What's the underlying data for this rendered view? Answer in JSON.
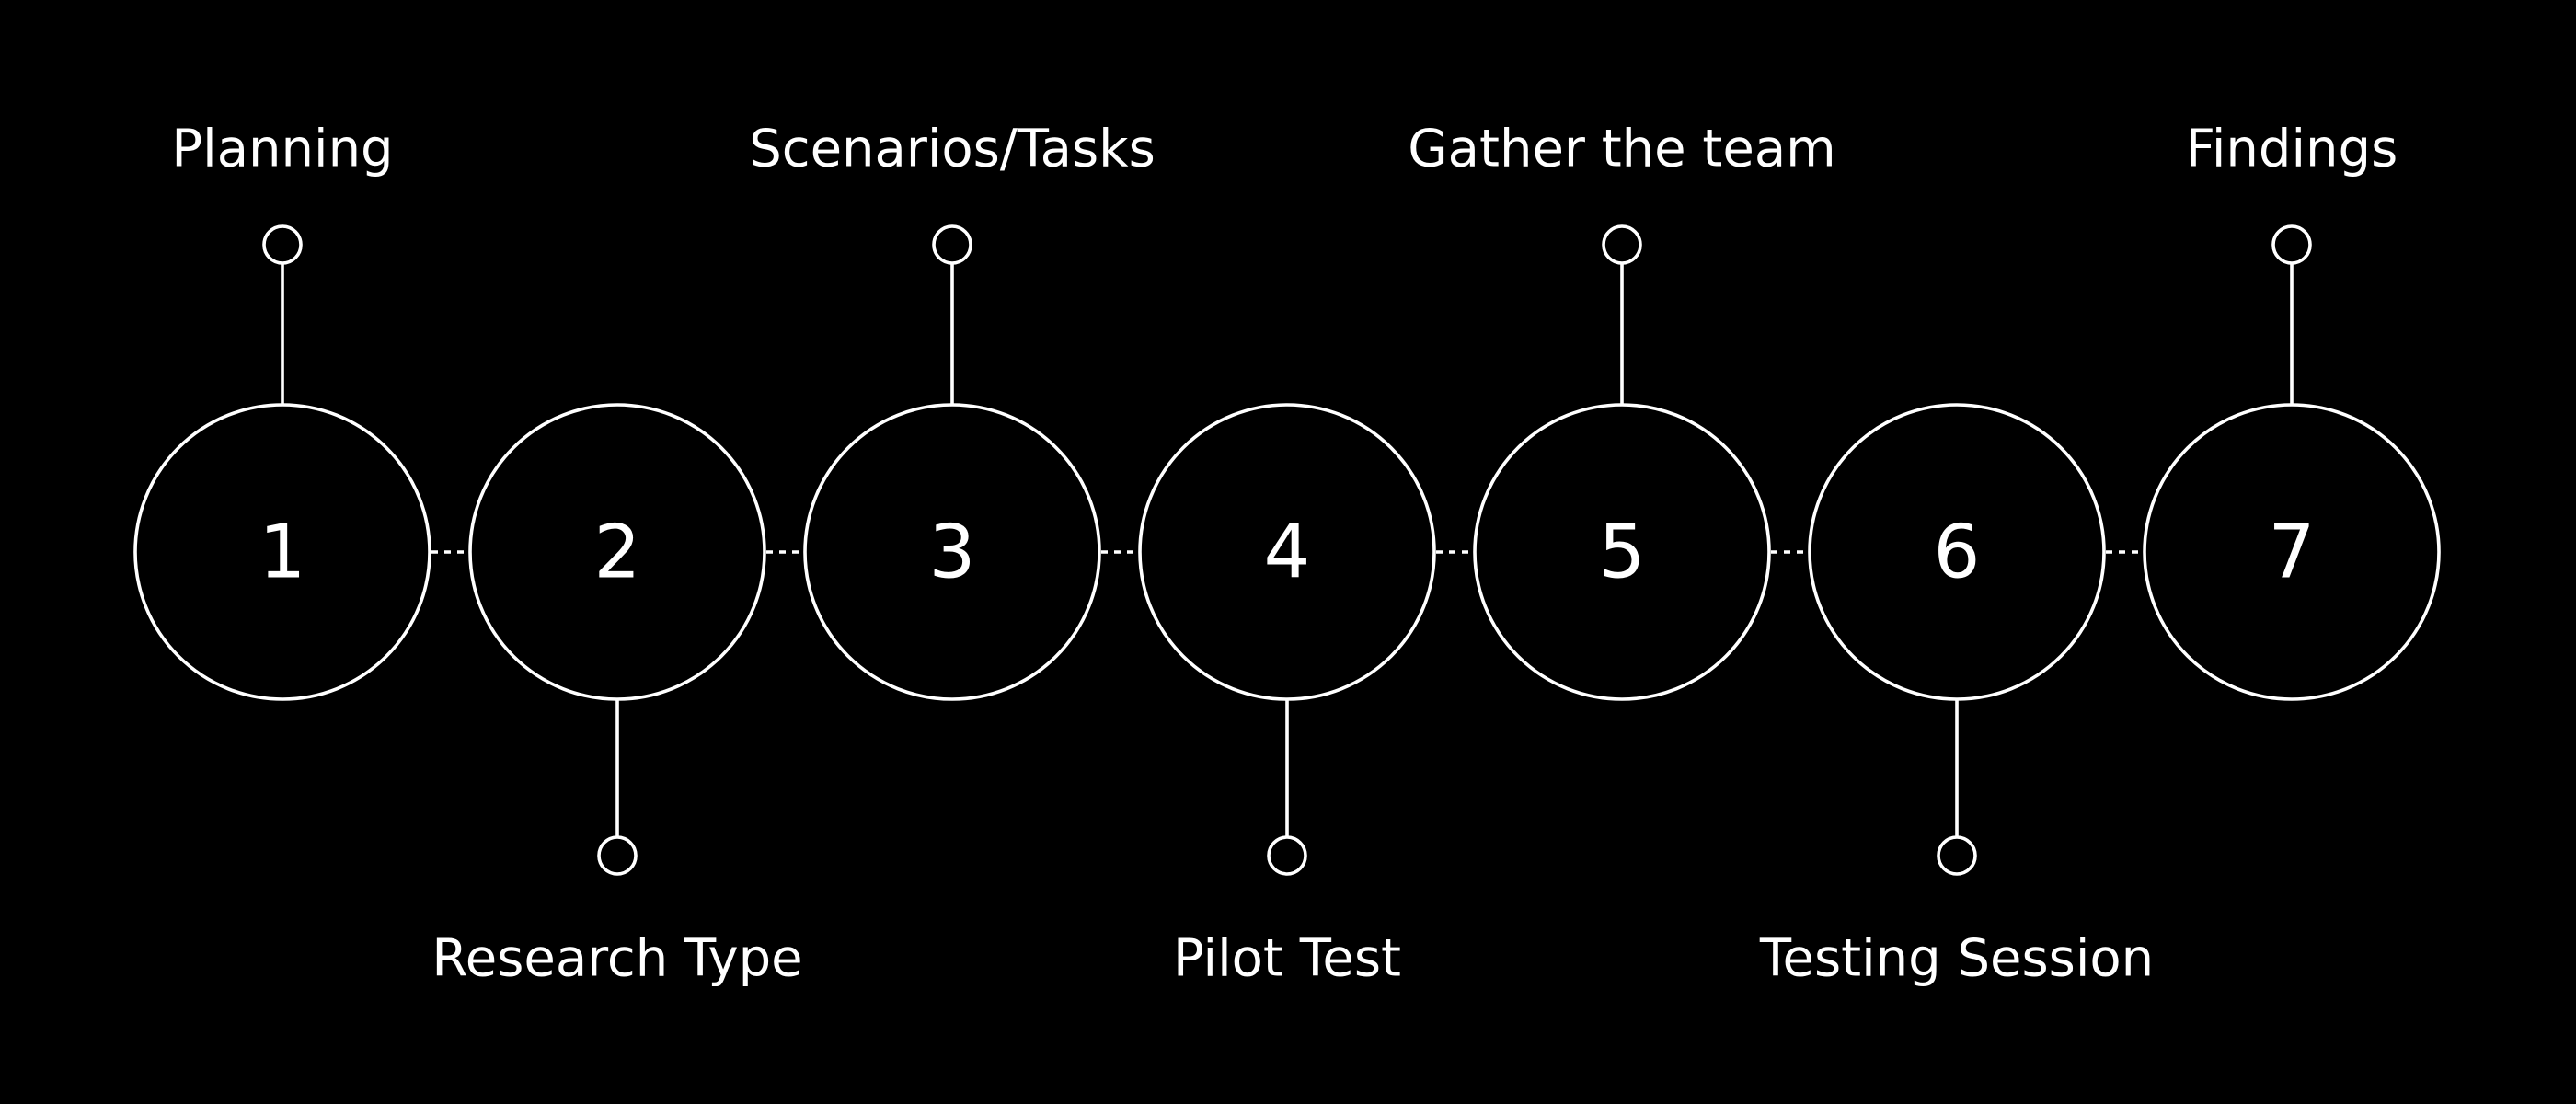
{
  "colors": {
    "background": "#000000",
    "stroke": "#ffffff",
    "text": "#ffffff"
  },
  "steps": [
    {
      "number": "1",
      "label": "Planning",
      "label_side": "top"
    },
    {
      "number": "2",
      "label": "Research Type",
      "label_side": "bottom"
    },
    {
      "number": "3",
      "label": "Scenarios/Tasks",
      "label_side": "top"
    },
    {
      "number": "4",
      "label": "Pilot Test",
      "label_side": "bottom"
    },
    {
      "number": "5",
      "label": "Gather the team",
      "label_side": "top"
    },
    {
      "number": "6",
      "label": "Testing Session",
      "label_side": "bottom"
    },
    {
      "number": "7",
      "label": "Findings",
      "label_side": "top"
    }
  ]
}
